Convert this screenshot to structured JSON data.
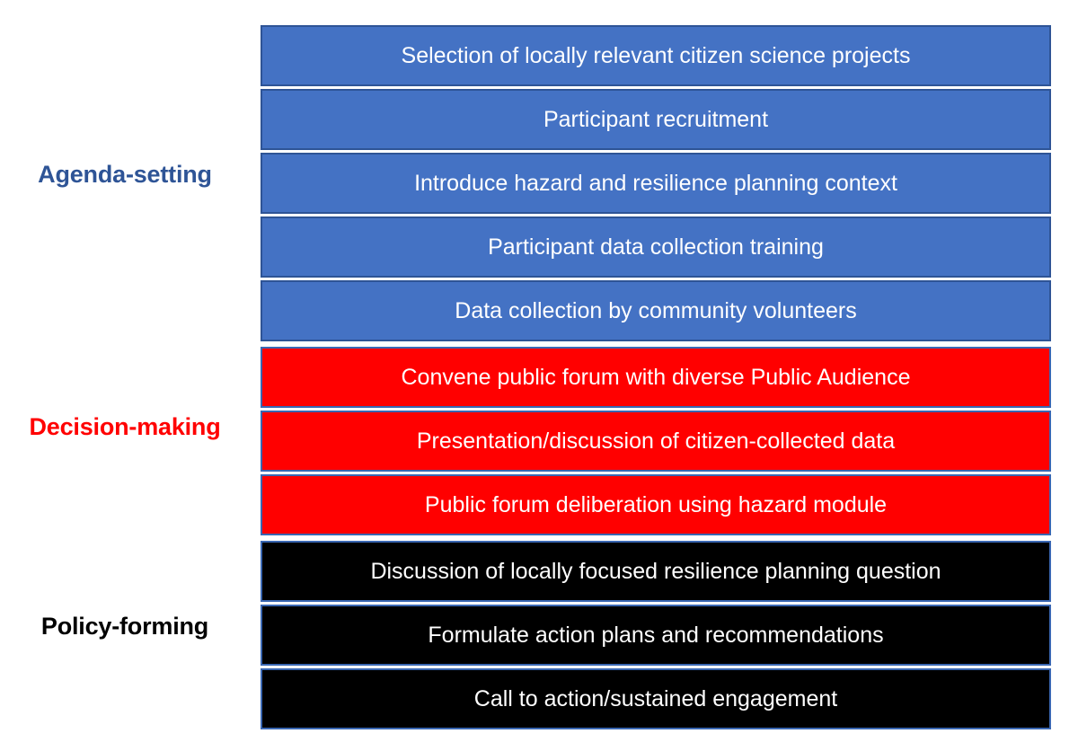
{
  "diagram": {
    "type": "process-flow",
    "orientation": "vertical",
    "title": "",
    "colors": {
      "agenda_fill": "#4472C4",
      "agenda_label_text": "#2E5496",
      "decision_fill": "#FF0000",
      "decision_label_text": "#FF0000",
      "policy_fill": "#000000",
      "policy_label_text": "#000000",
      "box_border": "#2E5496",
      "box_text": "#FFFFFF",
      "background": "#FFFFFF"
    },
    "stages": [
      {
        "id": "agenda-setting",
        "label": "Agenda-setting",
        "steps": [
          {
            "text": "Selection of locally relevant citizen science projects"
          },
          {
            "text": "Participant recruitment"
          },
          {
            "text": "Introduce hazard and resilience planning context"
          },
          {
            "text": "Participant data collection training"
          },
          {
            "text": "Data collection by community volunteers"
          }
        ]
      },
      {
        "id": "decision-making",
        "label": "Decision-making",
        "steps": [
          {
            "text": "Convene public forum with diverse Public Audience"
          },
          {
            "text": "Presentation/discussion of citizen-collected data"
          },
          {
            "text": "Public forum deliberation using hazard module"
          }
        ]
      },
      {
        "id": "policy-forming",
        "label": "Policy-forming",
        "steps": [
          {
            "text": "Discussion of locally focused resilience planning question"
          },
          {
            "text": "Formulate action plans and recommendations"
          },
          {
            "text": "Call to action/sustained engagement"
          }
        ]
      }
    ]
  }
}
